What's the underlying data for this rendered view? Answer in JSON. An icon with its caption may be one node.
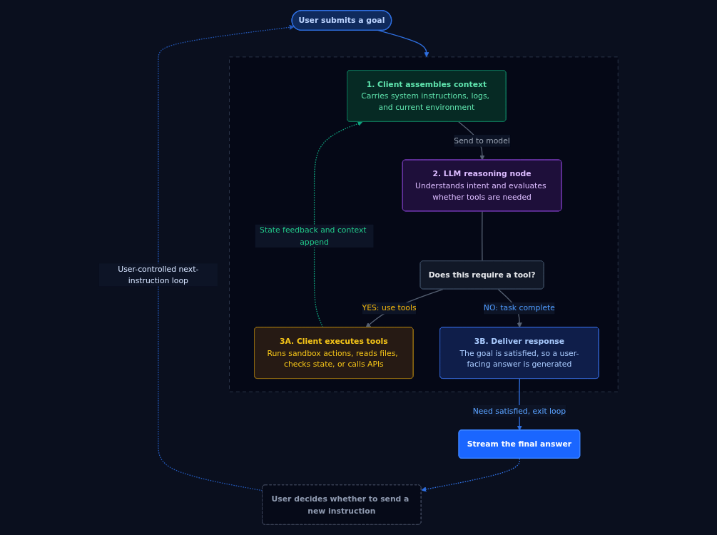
{
  "diagram": {
    "nodes": [
      {
        "text": [
          "User submits a goal"
        ]
      },
      {
        "text": [],
        "shape": "box"
      },
      {
        "text": [
          "1. Client assembles context",
          "Carries system instructions, logs, and current environment"
        ],
        "in": 1
      },
      {
        "text": [
          "2. LLM reasoning node",
          "Understands intent and evaluates whether tools are needed"
        ],
        "in": 1
      },
      {
        "text": [
          "Does this require a tool?"
        ],
        "in": 1
      },
      {
        "text": [
          "3A. Client executes tools",
          "Runs sandbox actions, reads files, checks state, or calls APIs"
        ],
        "in": 1
      },
      {
        "text": [
          "3B. Deliver response",
          "The goal is satisfied, so a user-facing answer is generated"
        ],
        "in": 1
      },
      {
        "text": [
          "Stream the final answer"
        ]
      },
      {
        "text": [
          "User decides whether to send a new instruction"
        ]
      }
    ],
    "edges": [
      {
        "from": 0,
        "to": 1,
        "arrow": "to",
        "color": "#2f6fe0"
      },
      {
        "from": 2,
        "to": 3,
        "arrow": "to",
        "label": "Send to model"
      },
      {
        "from": 3,
        "to": 4,
        "arrow": "none"
      },
      {
        "from": 4,
        "to": 5,
        "arrow": "to",
        "label": "YES: use tools"
      },
      {
        "from": 4,
        "to": 6,
        "arrow": "to",
        "label": "NO: task complete"
      },
      {
        "from": 5,
        "to": 2,
        "arrow": "to",
        "label": "State feedback and context append",
        "style": "dashed",
        "color": "#10a37f"
      },
      {
        "from": 6,
        "to": 7,
        "arrow": "to",
        "label": "Need satisfied, exit loop",
        "color": "#2f6fe0"
      },
      {
        "from": 7,
        "to": 8,
        "arrow": "to",
        "style": "dashed",
        "color": "#2f6fe0"
      },
      {
        "from": 8,
        "to": 0,
        "arrow": "to",
        "label": "User-controlled next-instruction loop",
        "style": "dashed",
        "color": "#2458b8"
      }
    ]
  }
}
